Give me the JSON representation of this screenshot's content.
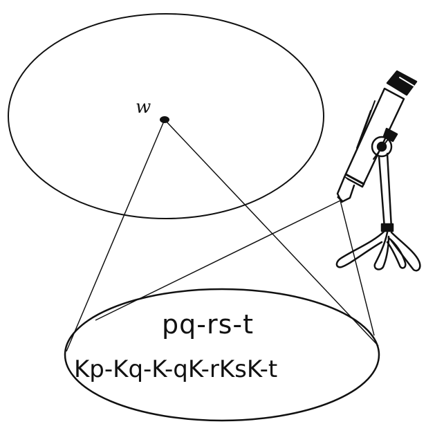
{
  "figure": {
    "world_label": "w",
    "formula_line_1": "pq-rs-t",
    "formula_line_2": "Kp-Kq-K-qK-rKsK-t",
    "icons": [
      "microscope-icon"
    ],
    "colors": {
      "ink": "#111111",
      "background": "#ffffff"
    }
  }
}
